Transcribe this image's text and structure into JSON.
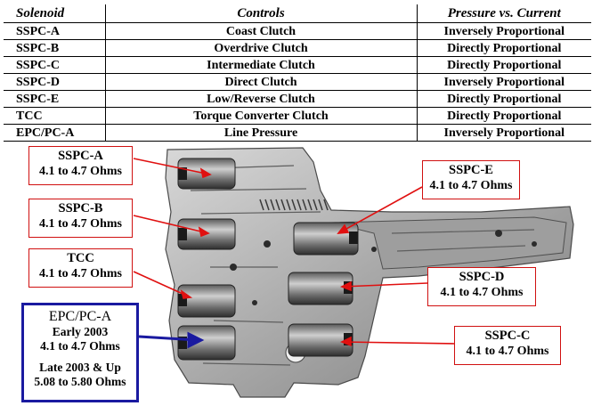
{
  "table": {
    "headers": [
      "Solenoid",
      "Controls",
      "Pressure vs. Current"
    ],
    "rows": [
      [
        "SSPC-A",
        "Coast Clutch",
        "Inversely Proportional"
      ],
      [
        "SSPC-B",
        "Overdrive Clutch",
        "Directly Proportional"
      ],
      [
        "SSPC-C",
        "Intermediate Clutch",
        "Directly Proportional"
      ],
      [
        "SSPC-D",
        "Direct Clutch",
        "Inversely Proportional"
      ],
      [
        "SSPC-E",
        "Low/Reverse Clutch",
        "Directly Proportional"
      ],
      [
        "TCC",
        "Torque Converter Clutch",
        "Directly Proportional"
      ],
      [
        "EPC/PC-A",
        "Line Pressure",
        "Inversely Proportional"
      ]
    ]
  },
  "callouts": {
    "sspc_a": {
      "name": "SSPC-A",
      "ohms": "4.1 to 4.7 Ohms"
    },
    "sspc_b": {
      "name": "SSPC-B",
      "ohms": "4.1 to 4.7 Ohms"
    },
    "tcc": {
      "name": "TCC",
      "ohms": "4.1 to 4.7 Ohms"
    },
    "sspc_e": {
      "name": "SSPC-E",
      "ohms": "4.1 to 4.7 Ohms"
    },
    "sspc_d": {
      "name": "SSPC-D",
      "ohms": "4.1 to 4.7 Ohms"
    },
    "sspc_c": {
      "name": "SSPC-C",
      "ohms": "4.1 to 4.7 Ohms"
    },
    "epc": {
      "name": "EPC/PC-A",
      "early_label": "Early 2003",
      "early_ohms": "4.1 to 4.7 Ohms",
      "late_label": "Late 2003 & Up",
      "late_ohms": "5.08 to 5.80 Ohms"
    }
  },
  "colors": {
    "callout_border": "#d01010",
    "epc_border": "#1a1aa0",
    "leader_red": "#e01010",
    "leader_blue": "#1a1aa0"
  }
}
